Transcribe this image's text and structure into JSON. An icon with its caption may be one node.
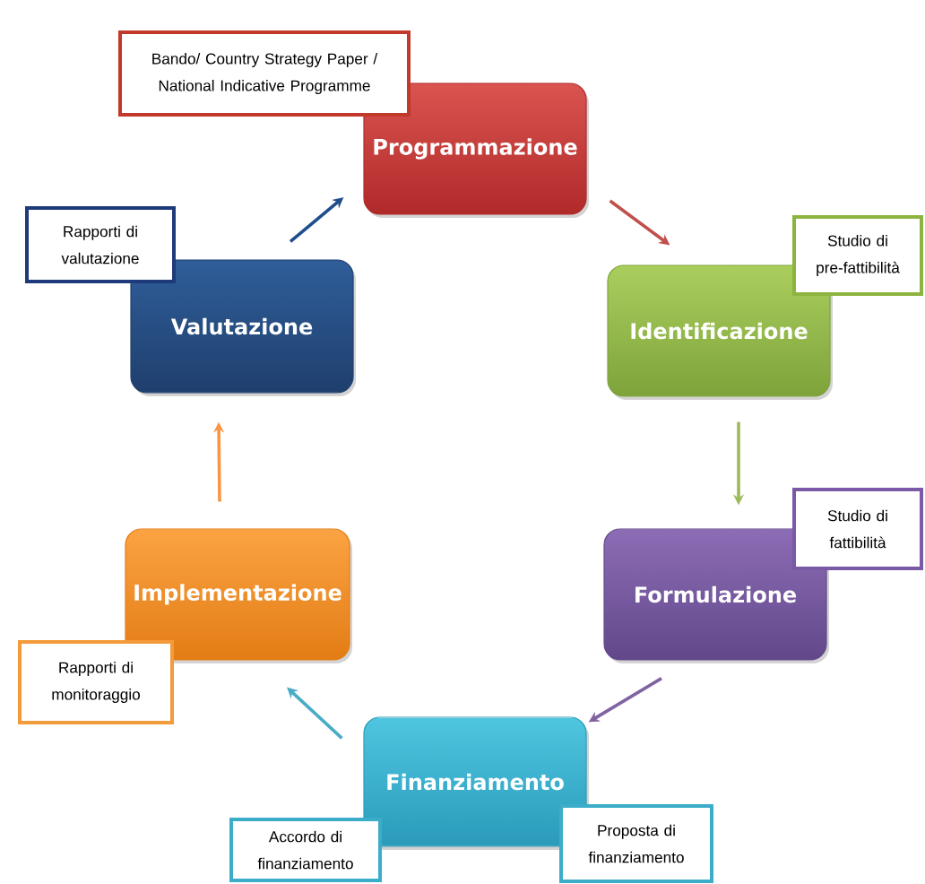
{
  "diagram": {
    "nodes": [
      {
        "text": [
          "Bando/ Country Strategy Paper / National Indicative Programme"
        ]
      },
      {
        "text": [
          "Programmazione"
        ]
      },
      {
        "text": [
          "Rapporti di valutazione"
        ]
      },
      {
        "text": [
          "Valutazione"
        ]
      },
      {
        "text": [
          "Identificazione"
        ]
      },
      {
        "text": [
          "Studio di pre-fattibilità"
        ]
      },
      {
        "text": [
          "Implementazione"
        ]
      },
      {
        "text": [
          "Formulazione"
        ]
      },
      {
        "text": [
          "Studio di fattibilità"
        ]
      },
      {
        "text": [
          "Rapporti di monitoraggio"
        ]
      },
      {
        "text": [
          "Finanziamento"
        ]
      },
      {
        "text": [
          "Accordo di finanziamento"
        ]
      },
      {
        "text": [
          "Proposta di finanziamento"
        ]
      }
    ],
    "edges": [
      {
        "from": 3,
        "to": 1,
        "arrow": "to",
        "color": "#1f4e8c"
      },
      {
        "from": 1,
        "to": 4,
        "arrow": "to",
        "color": "#c0504d"
      },
      {
        "from": 4,
        "to": 7,
        "arrow": "to",
        "color": "#9bbb59"
      },
      {
        "from": 7,
        "to": 10,
        "arrow": "to",
        "color": "#8064a2"
      },
      {
        "from": 10,
        "to": 6,
        "arrow": "to",
        "color": "#4bacc6"
      },
      {
        "from": 6,
        "to": 3,
        "arrow": "to",
        "color": "#f79646"
      }
    ]
  }
}
